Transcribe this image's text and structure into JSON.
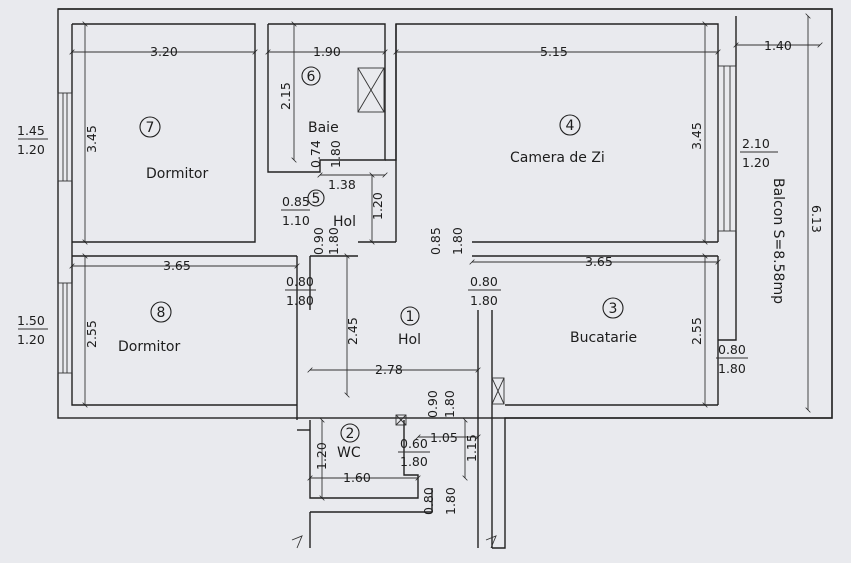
{
  "rooms": [
    {
      "id": "room-7",
      "number": "7",
      "name": "Dormitor"
    },
    {
      "id": "room-6",
      "number": "6",
      "name": "Baie"
    },
    {
      "id": "room-5",
      "number": "5",
      "name": "Hol"
    },
    {
      "id": "room-4",
      "number": "4",
      "name": "Camera de Zi"
    },
    {
      "id": "room-8",
      "number": "8",
      "name": "Dormitor"
    },
    {
      "id": "room-1",
      "number": "1",
      "name": "Hol"
    },
    {
      "id": "room-3",
      "number": "3",
      "name": "Bucatarie"
    },
    {
      "id": "room-2",
      "number": "2",
      "name": "WC"
    }
  ],
  "balcony_label": "Balcon S=8.58mp",
  "dimensions": {
    "d_3_20": "3.20",
    "d_1_90": "1.90",
    "d_5_15": "5.15",
    "d_1_40": "1.40",
    "d_3_45_left": "3.45",
    "d_2_15": "2.15",
    "d_3_45_right": "3.45",
    "d_6_13": "6.13",
    "d_0_74": "0.74",
    "d_1_80_baie": "1.80",
    "d_1_38": "1.38",
    "d_1_20_hol": "1.20",
    "d_0_90_a": "0.90",
    "d_1_80_a": "1.80",
    "d_0_85": "0.85",
    "d_1_80_b": "1.80",
    "d_3_65_left": "3.65",
    "d_3_65_right": "3.65",
    "d_2_55_left": "2.55",
    "d_2_45": "2.45",
    "d_2_55_right": "2.55",
    "d_2_78": "2.78",
    "d_0_90_b": "0.90",
    "d_1_80_c": "1.80",
    "d_1_05": "1.05",
    "d_1_20_wc": "1.20",
    "d_1_15": "1.15",
    "d_1_60": "1.60",
    "d_0_80_bottom": "0.80",
    "d_1_80_bottom": "1.80"
  },
  "openings": {
    "w_left_top": {
      "top": "1.45",
      "bottom": "1.20"
    },
    "w_left_bottom": {
      "top": "1.50",
      "bottom": "1.20"
    },
    "w_right": {
      "top": "2.10",
      "bottom": "1.20"
    },
    "door_baie": {
      "top": "0.85",
      "bottom": "1.10"
    },
    "door_dorm8": {
      "top": "0.80",
      "bottom": "1.80"
    },
    "door_buc": {
      "top": "0.80",
      "bottom": "1.80"
    },
    "door_balcon": {
      "top": "0.80",
      "bottom": "1.80"
    },
    "door_wc": {
      "top": "0.60",
      "bottom": "1.80"
    }
  }
}
